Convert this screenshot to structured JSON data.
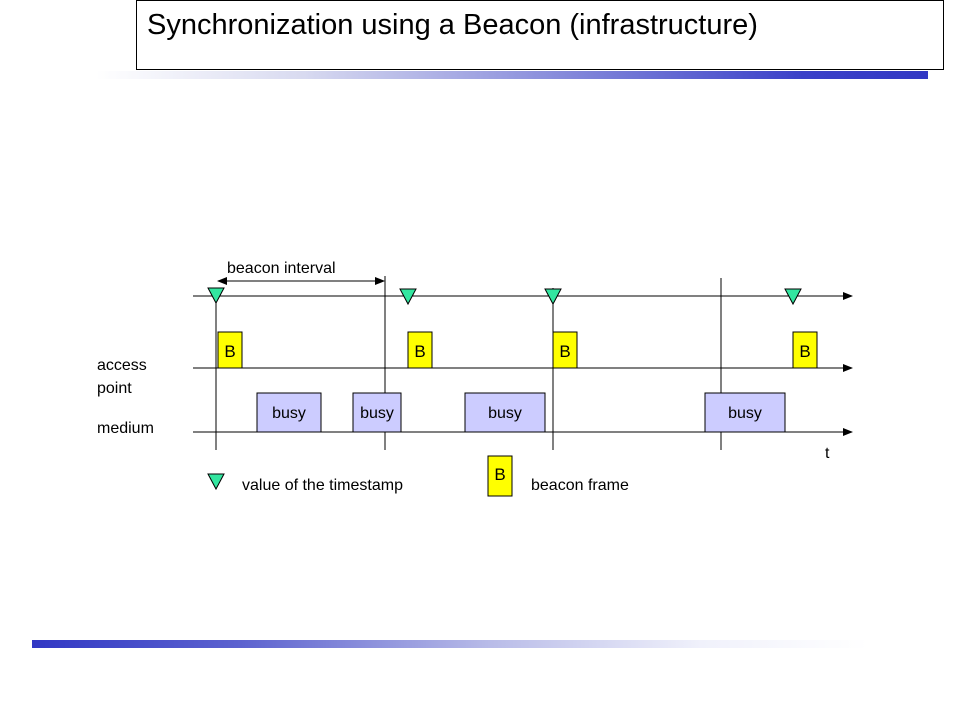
{
  "title": "Synchronization using a Beacon (infrastructure)",
  "diagram": {
    "beacon_interval_label": "beacon interval",
    "access_point_label_line1": "access",
    "access_point_label_line2": "point",
    "medium_label": "medium",
    "time_label": "t",
    "beacon_letter": "B",
    "busy_label": "busy",
    "legend": {
      "timestamp_label": "value of the timestamp",
      "beacon_frame_label": "beacon frame",
      "beacon_frame_letter": "B"
    },
    "colors": {
      "beacon_fill": "#ffff00",
      "busy_fill": "#ccccff",
      "timestamp_fill": "#33e6a0",
      "gradient_blue": "#3238c4"
    },
    "icons": [
      "timestamp-triangle-icon",
      "arrow-right-icon"
    ]
  }
}
